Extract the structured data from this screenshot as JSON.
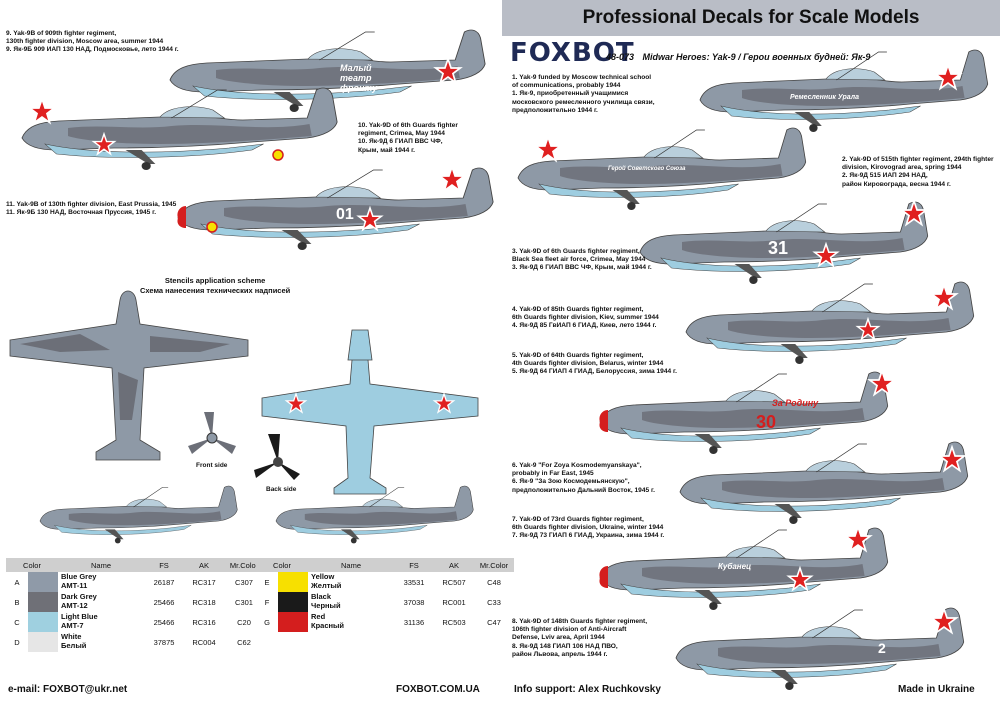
{
  "header": {
    "banner": "Professional Decals for Scale Models"
  },
  "brand": {
    "logo": "FOXBOT",
    "code": "48-073",
    "title": "Midwar Heroes: Yak-9 / Герои военных будней: Як-9"
  },
  "left_captions": [
    {
      "id": "c9",
      "lines": [
        "9. Yak-9B of 909th fighter regiment,",
        "130th fighter division, Moscow area, summer 1944",
        "9. Як-9Б 909 ИАП 130 НАД, Подмосковье, лето 1944 г."
      ]
    },
    {
      "id": "c10",
      "lines": [
        "10. Yak-9D of 6th Guards fighter",
        "regiment, Crimea, May 1944",
        "10. Як-9Д 6 ГИАП ВВС ЧФ,",
        "Крым, май 1944 г."
      ]
    },
    {
      "id": "c11",
      "lines": [
        "11. Yak-9B of 130th fighter division, East Prussia, 1945",
        "11. Як-9Б 130 НАД, Восточная Пруссия, 1945 г."
      ]
    }
  ],
  "right_captions": [
    {
      "id": "r1",
      "lines": [
        "1. Yak-9 funded by Moscow technical school",
        "of communications, probably 1944",
        "1. Як-9, приобретенный учащимися",
        "московского ремесленного училища связи,",
        "предположительно 1944 г."
      ]
    },
    {
      "id": "r2",
      "lines": [
        "2. Yak-9D of 515th fighter regiment, 294th fighter",
        "division, Kirovograd area, spring 1944",
        "2. Як-9Д 515 ИАП 294 НАД,",
        "район Кировограда, весна 1944 г."
      ]
    },
    {
      "id": "r3",
      "lines": [
        "3. Yak-9D of 6th Guards fighter regiment,",
        "Black Sea fleet air force, Crimea, May 1944",
        "3. Як-9Д 6 ГИАП ВВС ЧФ, Крым, май 1944 г."
      ]
    },
    {
      "id": "r4",
      "lines": [
        "4. Yak-9D of 85th Guards fighter regiment,",
        "6th Guards fighter division, Kiev, summer 1944",
        "4. Як-9Д 85 ГвИАП 6 ГИАД, Киев, лето 1944 г."
      ]
    },
    {
      "id": "r5",
      "lines": [
        "5. Yak-9D of 64th Guards fighter regiment,",
        "4th Guards fighter division, Belarus, winter 1944",
        "5. Як-9Д 64 ГИАП 4 ГИАД, Белоруссия, зима 1944 г."
      ]
    },
    {
      "id": "r6",
      "lines": [
        "6. Yak-9 \"For Zoya Kosmodemyanskaya\",",
        "probably in Far East, 1945",
        "6. Як-9 \"За Зою Космодемьянскую\",",
        "предположительно Дальний Восток, 1945 г."
      ]
    },
    {
      "id": "r7",
      "lines": [
        "7. Yak-9D of 73rd Guards fighter regiment,",
        "6th Guards fighter division, Ukraine, winter 1944",
        "7. Як-9Д 73 ГИАП 6 ГИАД, Украина, зима 1944 г."
      ]
    },
    {
      "id": "r8",
      "lines": [
        "8. Yak-9D of 148th Guards fighter regiment,",
        "106th fighter division of Anti-Aircraft",
        "Defense, Lviv area, April 1944",
        "8. Як-9Д 148 ГИАП 106 НАД ПВО,",
        "район Львова, апрель 1944 г."
      ]
    }
  ],
  "stencils": {
    "title_en": "Stencils application scheme",
    "title_ru": "Схема нанесения технических надписей",
    "front_side": "Front side",
    "back_side": "Back side"
  },
  "color_table": {
    "headers": [
      "Color",
      "Name",
      "FS",
      "AK",
      "Mr.Color"
    ],
    "rows_left": [
      {
        "letter": "A",
        "swatch": "#8f9aa8",
        "name1": "Blue Grey",
        "name2": "AMT-11",
        "fs": "26187",
        "ak": "RC317",
        "mr": "C307"
      },
      {
        "letter": "B",
        "swatch": "#6f7077",
        "name1": "Dark Grey",
        "name2": "AMT-12",
        "fs": "25466",
        "ak": "RC318",
        "mr": "C301"
      },
      {
        "letter": "C",
        "swatch": "#9fd0e0",
        "name1": "Light Blue",
        "name2": "AMT-7",
        "fs": "25466",
        "ak": "RC316",
        "mr": "C20"
      },
      {
        "letter": "D",
        "swatch": "#e6e6e6",
        "name1": "White",
        "name2": "Белый",
        "fs": "37875",
        "ak": "RC004",
        "mr": "C62"
      }
    ],
    "rows_right": [
      {
        "letter": "E",
        "swatch": "#f7e000",
        "name1": "Yellow",
        "name2": "Желтый",
        "fs": "33531",
        "ak": "RC507",
        "mr": "C48"
      },
      {
        "letter": "F",
        "swatch": "#1a1a1a",
        "name1": "Black",
        "name2": "Черный",
        "fs": "37038",
        "ak": "RC001",
        "mr": "C33"
      },
      {
        "letter": "G",
        "swatch": "#d41e1e",
        "name1": "Red",
        "name2": "Красный",
        "fs": "31136",
        "ak": "RC503",
        "mr": "C47"
      }
    ]
  },
  "markings": {
    "p9_slogan": "Малый театр фронту",
    "p11_number": "01",
    "r1_slogan": "Ремесленник Урала",
    "r2_slogan": "Герой Советского Союза",
    "r3_number": "31",
    "r5_number": "30",
    "r5_slogan": "За Родину",
    "r7_name": "Кубанец",
    "r8_number": "2"
  },
  "footer": {
    "email": "e-mail: FOXBOT@ukr.net",
    "site": "FOXBOT.COM.UA",
    "info": "Info support: Alex Ruchkovsky",
    "made": "Made in Ukraine"
  }
}
